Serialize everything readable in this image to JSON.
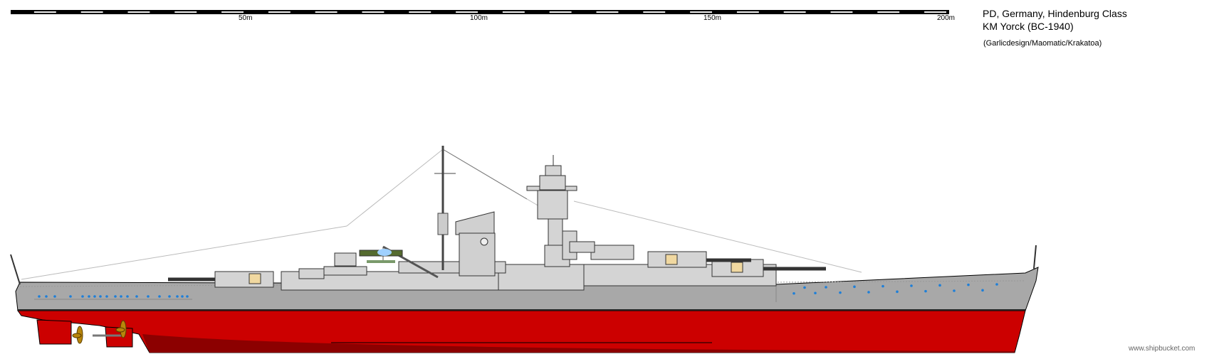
{
  "scale_bar": {
    "labels": [
      "50m",
      "100m",
      "150m",
      "200m"
    ]
  },
  "header": {
    "line1": "PD, Germany, Hindenburg Class",
    "line2": "KM Yorck (BC-1940)",
    "credits": "(Garlicdesign/Maomatic/Krakatoa)"
  },
  "watermark": "www.shipbucket.com",
  "colors": {
    "hull_gray": "#a8a8a8",
    "superstructure_gray": "#d4d4d4",
    "hull_red": "#cc0000",
    "hull_red_dark": "#8c0000",
    "porthole_blue": "#1e7fd8",
    "propeller_gold": "#b8860b"
  }
}
